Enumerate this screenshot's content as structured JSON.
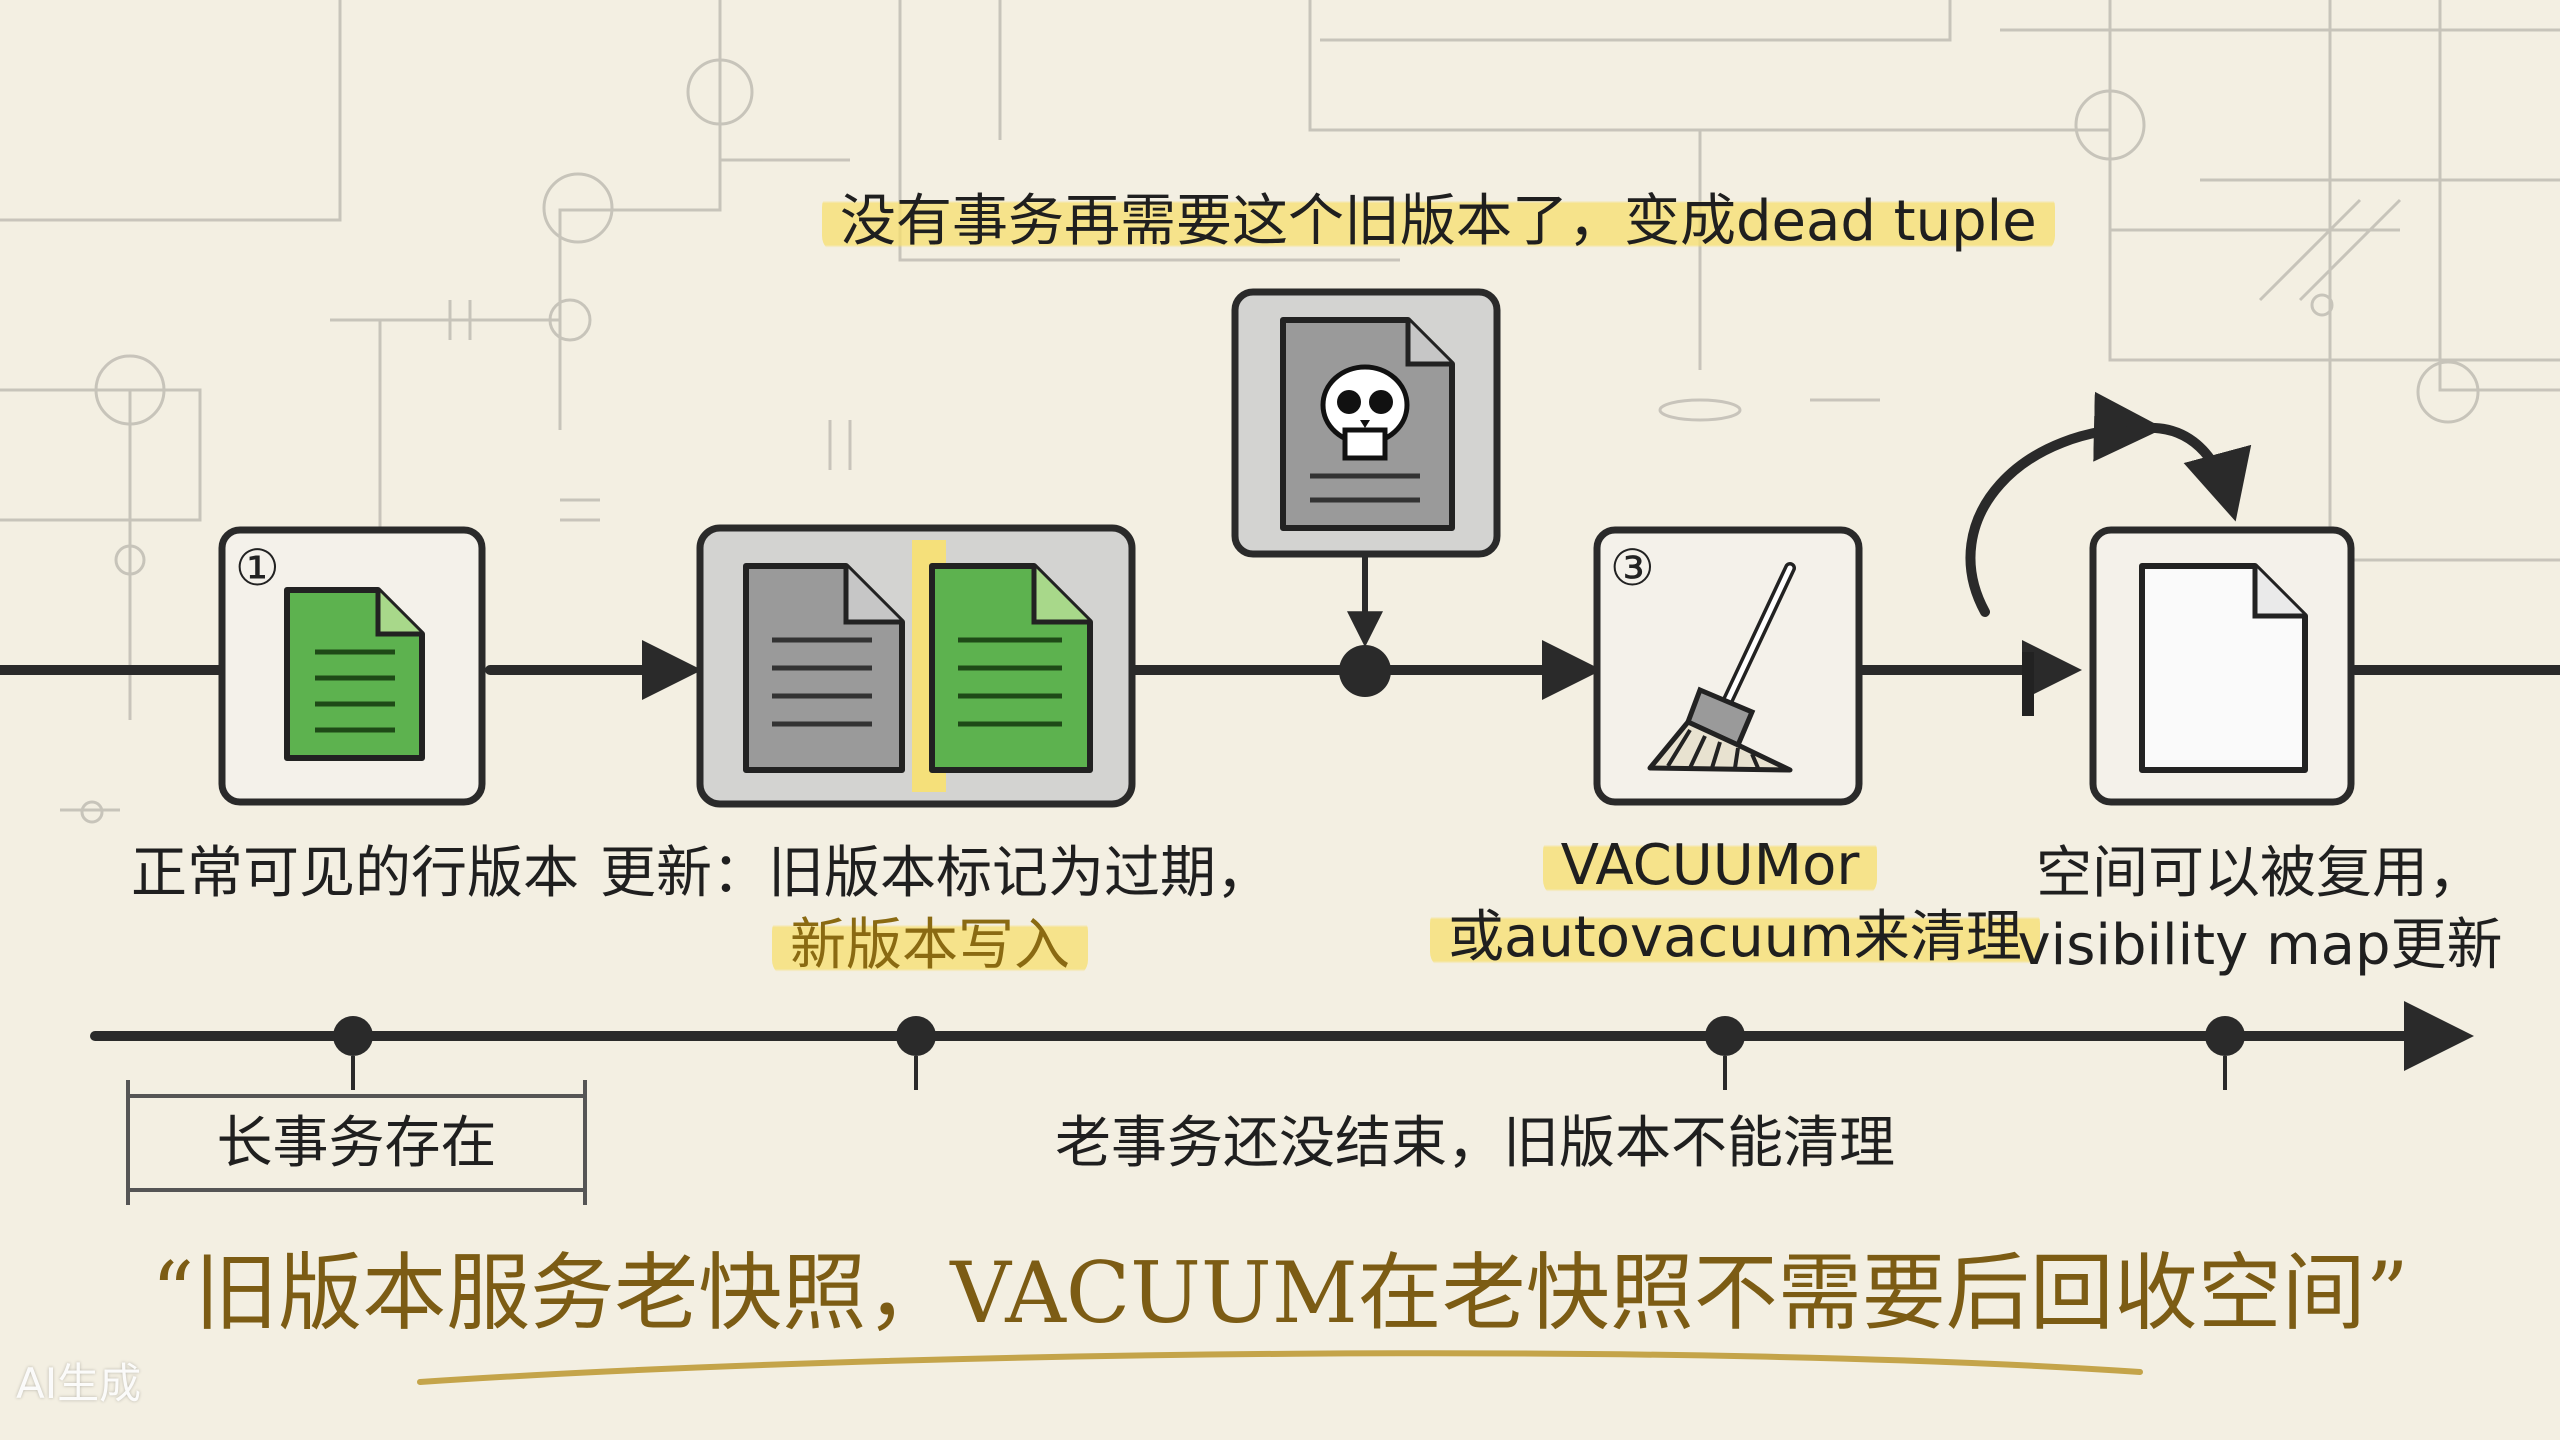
{
  "top_note": "没有事务再需要这个旧版本了，变成dead tuple",
  "steps": [
    {
      "id": "visible",
      "badge": "①",
      "label_lines": [
        "正常可见的行版本"
      ]
    },
    {
      "id": "update",
      "badge": "",
      "label_line1": "更新：旧版本标记为过期，",
      "label_line2": "新版本写入"
    },
    {
      "id": "vacuum",
      "badge": "③",
      "label_lines": [
        "VACUUMor",
        "或autovacuum来清理"
      ]
    },
    {
      "id": "reuse",
      "badge": "",
      "label_lines": [
        "空间可以被复用，",
        "visibility map更新"
      ]
    }
  ],
  "timeline": {
    "long_txn_label": "长事务存在",
    "old_txn_label": "老事务还没结束，旧版本不能清理"
  },
  "quote": "“旧版本服务老快照，VACUUM在老快照不需要后回收空间”",
  "watermark": "AI生成",
  "colors": {
    "background": "#f3efe2",
    "green_doc": "#5db24f",
    "gray_doc": "#9a9a9a",
    "highlight": "#f7df6e",
    "quote": "#7c5c14"
  },
  "icons": [
    "document-icon",
    "skull-document-icon",
    "broom-icon",
    "blank-document-icon",
    "cycle-arrow-icon"
  ]
}
